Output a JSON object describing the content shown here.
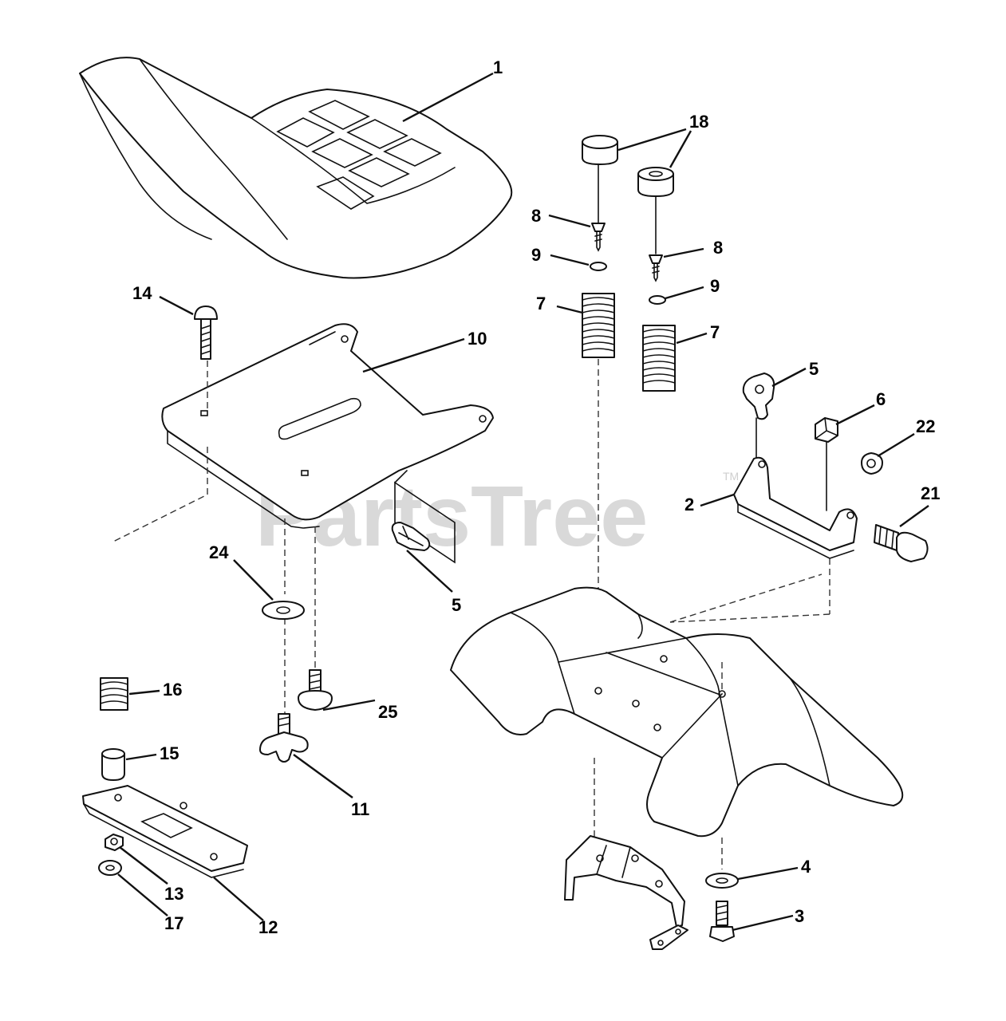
{
  "watermark": {
    "text": "PartsTree",
    "trademark": "TM"
  },
  "callouts": {
    "c1": "1",
    "c2": "2",
    "c3": "3",
    "c4": "4",
    "c5a": "5",
    "c5b": "5",
    "c6": "6",
    "c7a": "7",
    "c7b": "7",
    "c8a": "8",
    "c8b": "8",
    "c9a": "9",
    "c9b": "9",
    "c10": "10",
    "c11": "11",
    "c12": "12",
    "c13": "13",
    "c14": "14",
    "c15": "15",
    "c16": "16",
    "c17": "17",
    "c18": "18",
    "c21": "21",
    "c22": "22",
    "c24": "24",
    "c25": "25"
  }
}
